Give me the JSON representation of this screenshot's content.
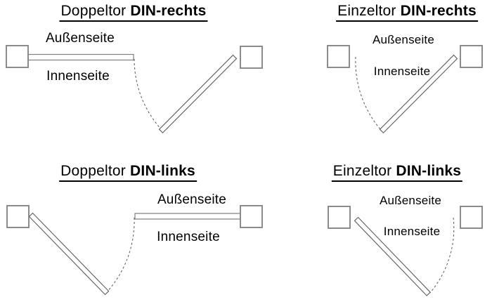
{
  "colors": {
    "background": "#ffffff",
    "text": "#000000",
    "post_outline": "#7f7f7f",
    "closed_leaf_outline": "#7f7f7f",
    "open_leaf_outline": "#666666",
    "swing_arc": "#666666"
  },
  "diagrams": {
    "doppeltor_din_rechts": {
      "name": "Doppeltor",
      "variant": "DIN-rechts",
      "outside": "Außenseite",
      "inside": "Innenseite"
    },
    "einzeltor_din_rechts": {
      "name": "Einzeltor",
      "variant": "DIN-rechts",
      "outside": "Außenseite",
      "inside": "Innenseite"
    },
    "doppeltor_din_links": {
      "name": "Doppeltor",
      "variant": "DIN-links",
      "outside": "Außenseite",
      "inside": "Innenseite"
    },
    "einzeltor_din_links": {
      "name": "Einzeltor",
      "variant": "DIN-links",
      "outside": "Außenseite",
      "inside": "Innenseite"
    }
  }
}
